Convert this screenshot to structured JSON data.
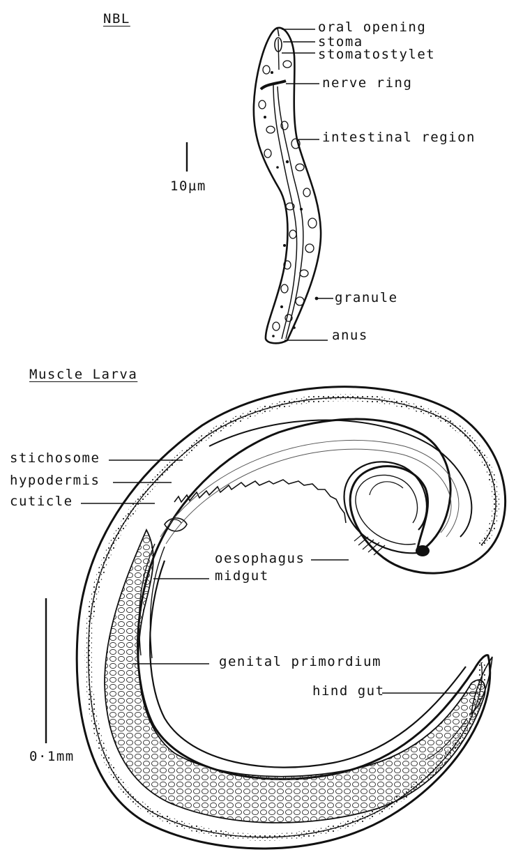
{
  "nbl": {
    "title": "NBL",
    "scale_bar": "10µm",
    "labels": {
      "oral_opening": "oral opening",
      "stoma": "stoma",
      "stomatostylet": "stomatostylet",
      "nerve_ring": "nerve ring",
      "intestinal_region": "intestinal region",
      "granule": "granule",
      "anus": "anus"
    }
  },
  "muscle_larva": {
    "title": "Muscle Larva",
    "scale_bar": "0·1mm",
    "labels": {
      "stichosome": "stichosome",
      "hypodermis": "hypodermis",
      "cuticle": "cuticle",
      "oesophagus": "oesophagus",
      "midgut": "midgut",
      "genital_primordium": "genital primordium",
      "hind_gut": "hind gut"
    }
  }
}
